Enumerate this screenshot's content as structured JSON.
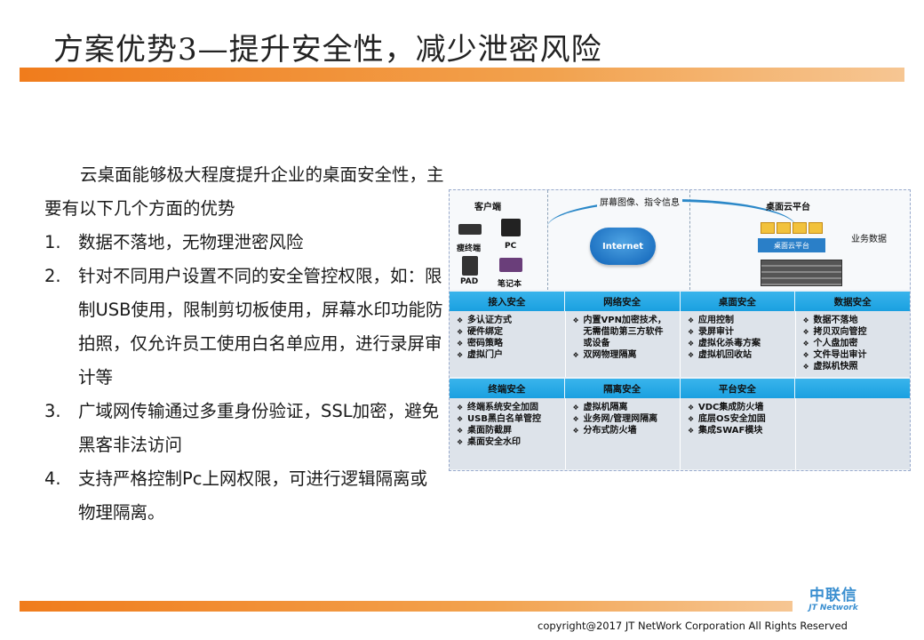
{
  "title": "方案优势3—提升安全性，减少泄密风险",
  "intro": "云桌面能够极大程度提升企业的桌面安全性，主要有以下几个方面的优势",
  "items": [
    {
      "num": "1.",
      "text": "数据不落地，无物理泄密风险"
    },
    {
      "num": "2.",
      "text": "针对不同用户设置不同的安全管控权限，如：限制USB使用，限制剪切板使用，屏幕水印功能防拍照，仅允许员工使用白名单应用，进行录屏审计等"
    },
    {
      "num": "3.",
      "text": "广域网传输通过多重身份验证，SSL加密，避免黑客非法访问"
    },
    {
      "num": "4.",
      "text": "支持严格控制Pc上网权限，可进行逻辑隔离或物理隔离。"
    }
  ],
  "diagram": {
    "client_label": "客户端",
    "thin_client": "瘦终端",
    "pc": "PC",
    "pad": "PAD",
    "laptop": "笔记本",
    "arc_label": "屏幕图像、指令信息",
    "internet": "Internet",
    "platform_label": "桌面云平台",
    "platform_box": "桌面云平台",
    "business_data": "业务数据",
    "row1_headers": [
      "接入安全",
      "网络安全",
      "桌面安全",
      "数据安全"
    ],
    "row1_cols": [
      [
        "多认证方式",
        "硬件绑定",
        "密码策略",
        "虚拟门户"
      ],
      [
        "内置VPN加密技术，",
        "无需借助第三方软件",
        "或设备",
        "双网物理隔离"
      ],
      [
        "应用控制",
        "录屏审计",
        "虚拟化杀毒方案",
        "虚拟机回收站"
      ],
      [
        "数据不落地",
        "拷贝双向管控",
        "个人盘加密",
        "文件导出审计",
        "虚拟机快照"
      ]
    ],
    "row2_headers": [
      "终端安全",
      "隔离安全",
      "平台安全",
      ""
    ],
    "row2_cols": [
      [
        "终端系统安全加固",
        "USB黑白名单管控",
        "桌面防截屏",
        "桌面安全水印"
      ],
      [
        "虚拟机隔离",
        "业务网/管理网隔离",
        "分布式防火墙"
      ],
      [
        "VDC集成防火墙",
        "底层OS安全加固",
        "集成SWAF模块"
      ],
      []
    ]
  },
  "logo": {
    "cn": "中联信",
    "en": "JT Network"
  },
  "copyright": "copyright@2017  JT NetWork Corporation All Rights Reserved"
}
